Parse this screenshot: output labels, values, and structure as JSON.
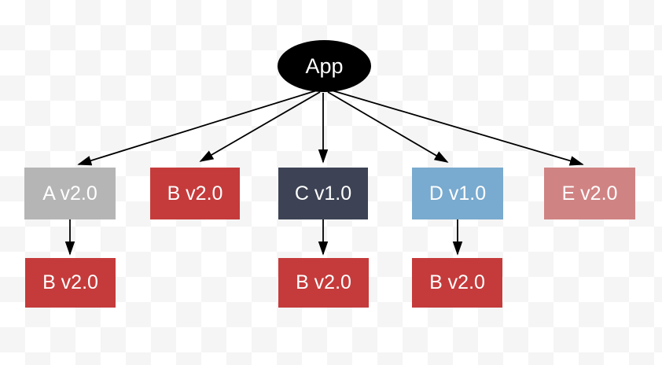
{
  "canvas": {
    "checker_light": "#ffffff",
    "checker_dark": "#f5f5f5",
    "edge_color": "#000000",
    "node_text_color": "#ffffff"
  },
  "root": {
    "id": "App",
    "label": "App",
    "fill": "#000000"
  },
  "nodes": [
    {
      "id": "A",
      "label": "A v2.0",
      "fill": "#b5b5b5"
    },
    {
      "id": "B",
      "label": "B v2.0",
      "fill": "#c53b3b"
    },
    {
      "id": "C",
      "label": "C v1.0",
      "fill": "#3d4355"
    },
    {
      "id": "D",
      "label": "D v1.0",
      "fill": "#79aacf"
    },
    {
      "id": "E",
      "label": "E v2.0",
      "fill": "#d08383"
    },
    {
      "id": "B-dep-of-A",
      "label": "B v2.0",
      "fill": "#c53b3b"
    },
    {
      "id": "B-dep-of-C",
      "label": "B v2.0",
      "fill": "#c53b3b"
    },
    {
      "id": "B-dep-of-D",
      "label": "B v2.0",
      "fill": "#c53b3b"
    }
  ],
  "edges": [
    {
      "from": "App",
      "to": "A v2.0"
    },
    {
      "from": "App",
      "to": "B v2.0"
    },
    {
      "from": "App",
      "to": "C v1.0"
    },
    {
      "from": "App",
      "to": "D v1.0"
    },
    {
      "from": "App",
      "to": "E v2.0"
    },
    {
      "from": "A v2.0",
      "to": "B v2.0"
    },
    {
      "from": "C v1.0",
      "to": "B v2.0"
    },
    {
      "from": "D v1.0",
      "to": "B v2.0"
    }
  ]
}
